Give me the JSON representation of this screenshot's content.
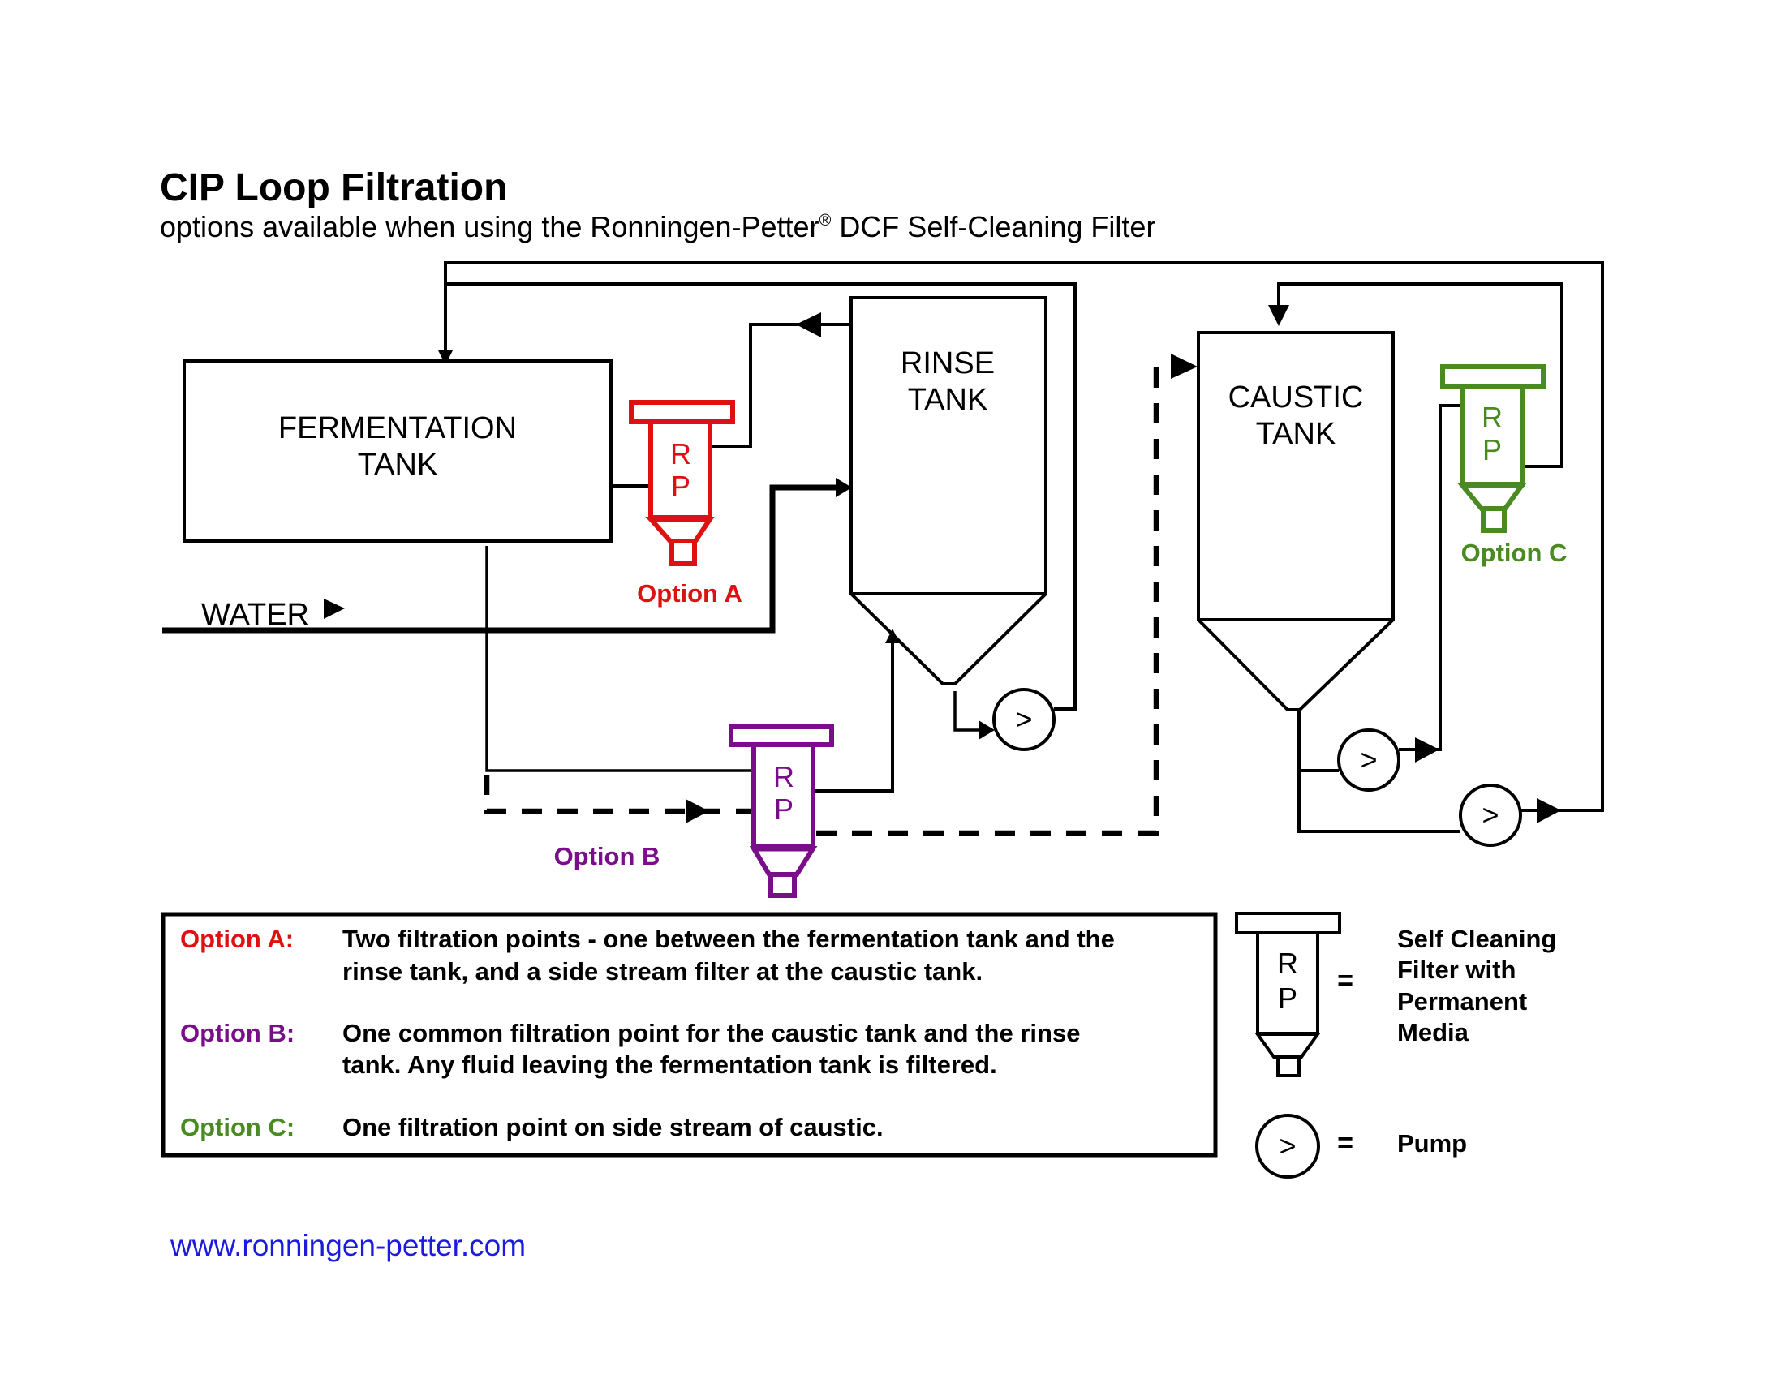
{
  "header": {
    "title": "CIP Loop Filtration",
    "subtitle_pre": "options available when using the Ronningen-Petter",
    "subtitle_sup": "®",
    "subtitle_post": " DCF Self-Cleaning Filter"
  },
  "colors": {
    "option_a": "#dd1111",
    "option_b": "#7a0e8a",
    "option_c": "#4a8a22",
    "url": "#1a1ae0",
    "line": "#000000"
  },
  "tanks": {
    "fermentation": [
      "FERMENTATION",
      "TANK"
    ],
    "rinse": [
      "RINSE",
      "TANK"
    ],
    "caustic": [
      "CAUSTIC",
      "TANK"
    ]
  },
  "water_label": "WATER",
  "filter_letters": [
    "R",
    "P"
  ],
  "pump_glyph": ">",
  "options": {
    "a": {
      "diagram_label": "Option A",
      "legend_key": "Option A:",
      "legend_lines": [
        "Two filtration points - one between the fermentation tank and the",
        "rinse tank, and a side stream filter at the caustic tank."
      ]
    },
    "b": {
      "diagram_label": "Option B",
      "legend_key": "Option B:",
      "legend_lines": [
        "One common filtration point for the caustic tank and the rinse",
        "tank. Any fluid leaving the fermentation tank is filtered."
      ]
    },
    "c": {
      "diagram_label": "Option C",
      "legend_key": "Option C:",
      "legend_lines": [
        "One filtration point on side stream of caustic."
      ]
    }
  },
  "symbol_key": {
    "equals": "=",
    "filter_desc": [
      "Self Cleaning",
      "Filter with",
      "Permanent",
      "Media"
    ],
    "pump_desc": "Pump"
  },
  "footer": {
    "url": "www.ronningen-petter.com"
  }
}
